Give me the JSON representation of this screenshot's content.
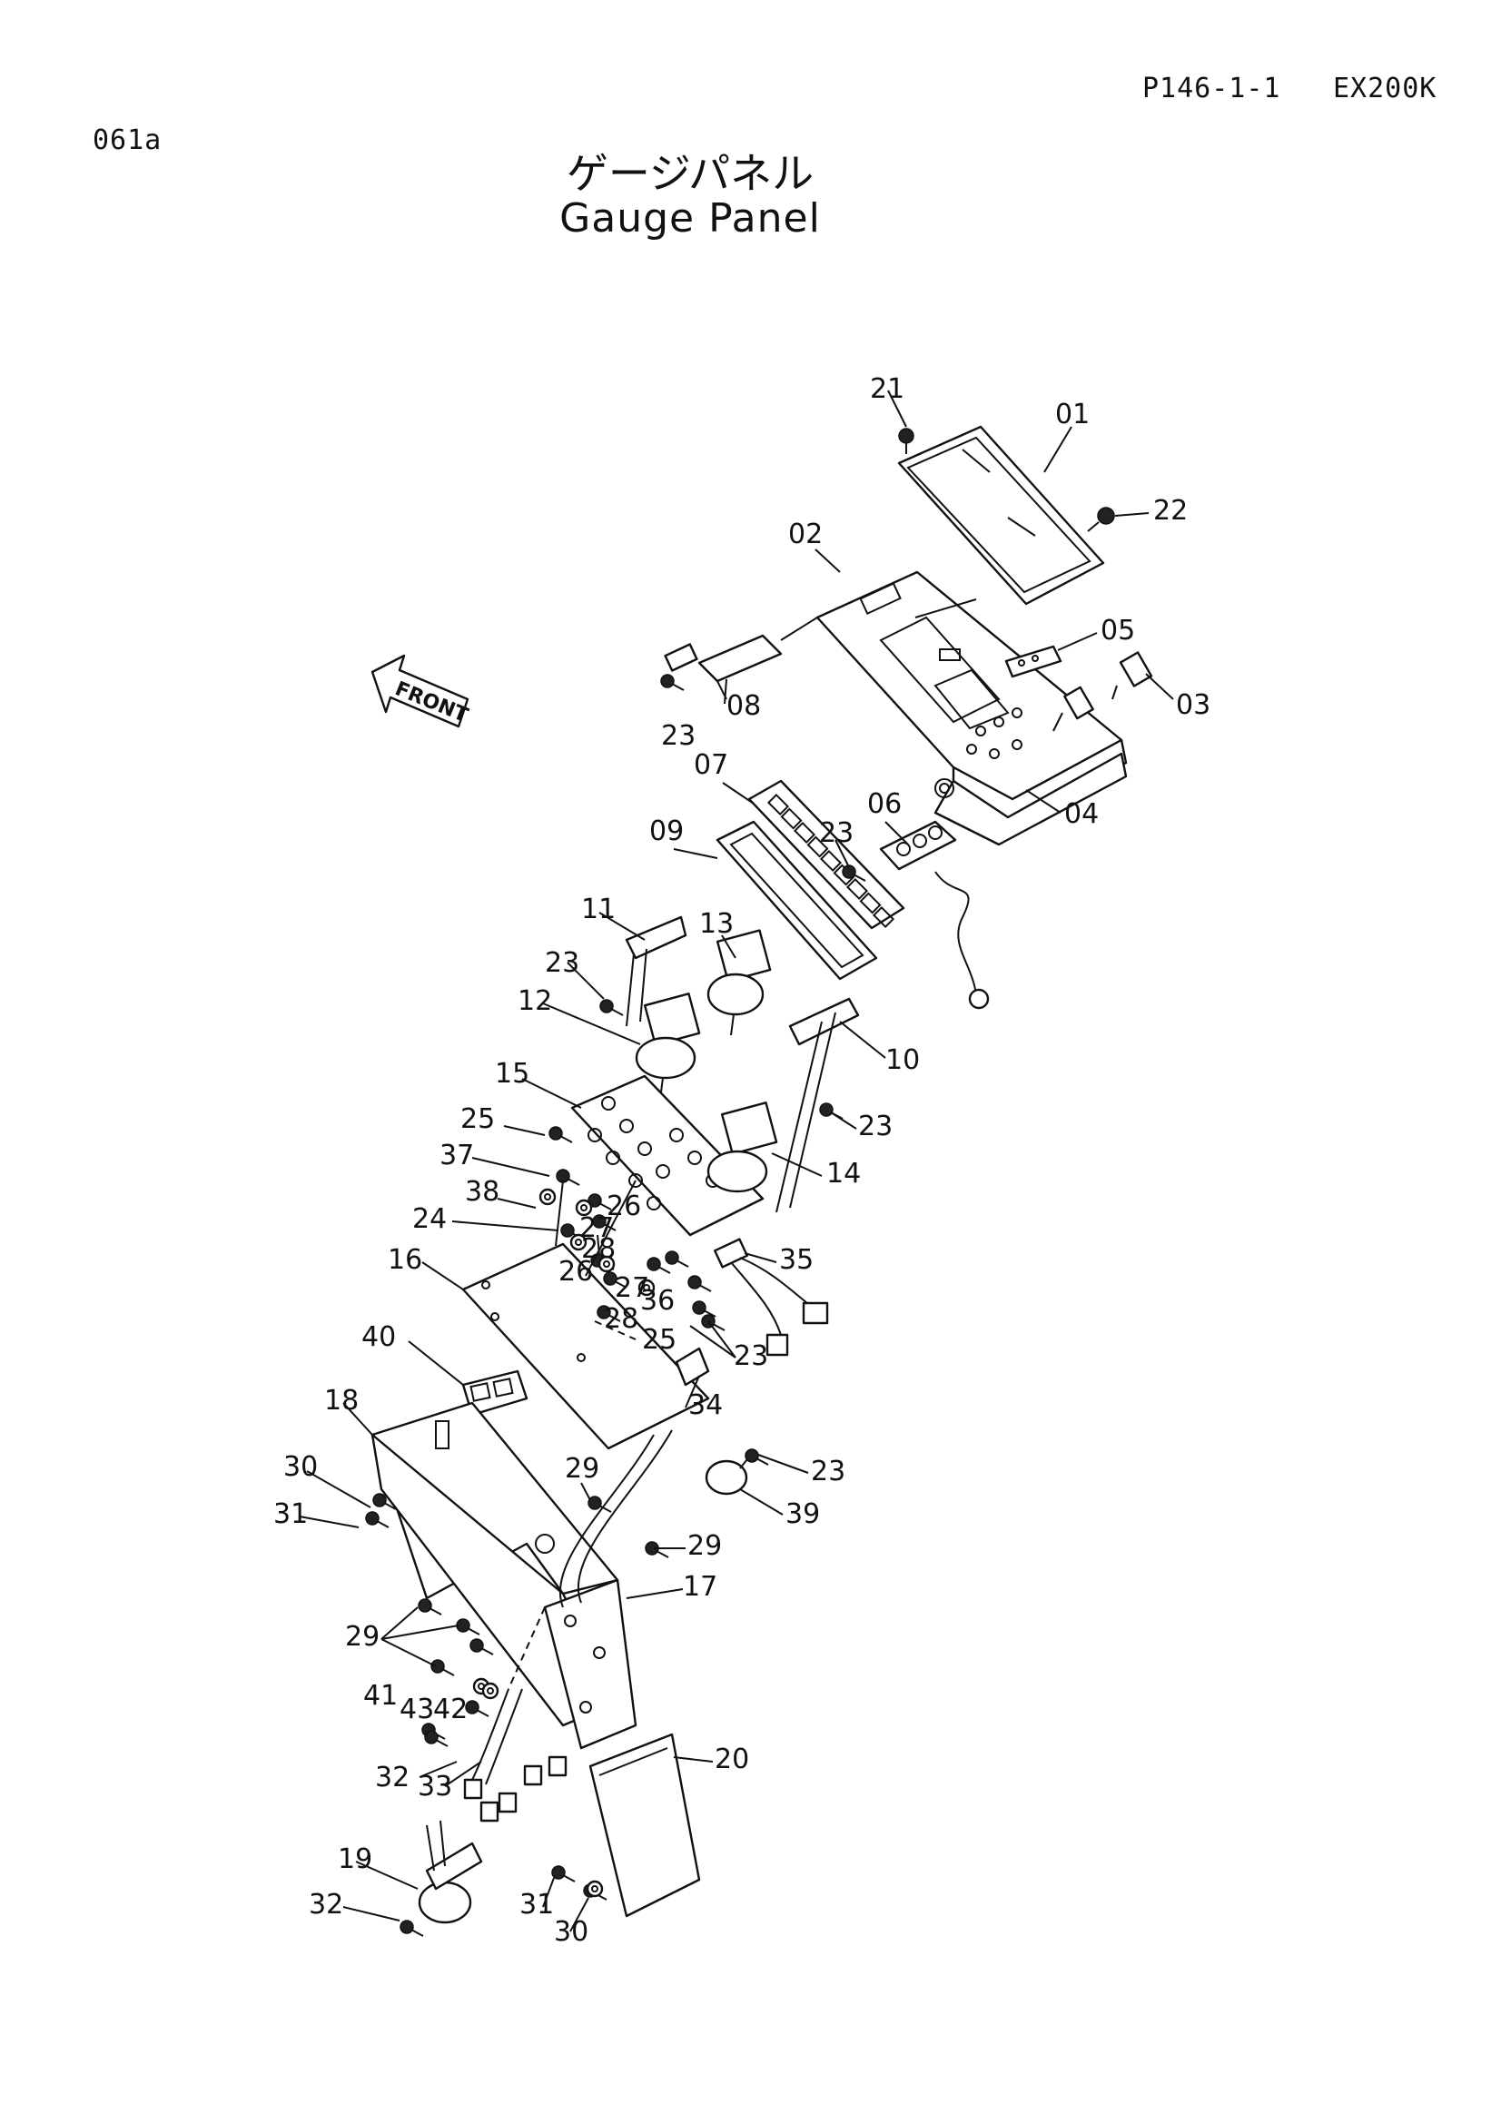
{
  "header": {
    "page_code": "P146-1-1",
    "model": "EX200K",
    "doc_id": "061a",
    "title_jp": "ゲージパネル",
    "title_en": "Gauge Panel"
  },
  "diagram": {
    "front_arrow_label": "FRONT",
    "callouts": {
      "c01": "01",
      "c02": "02",
      "c03": "03",
      "c04": "04",
      "c05": "05",
      "c06": "06",
      "c07": "07",
      "c08": "08",
      "c09": "09",
      "c10": "10",
      "c11": "11",
      "c12": "12",
      "c13": "13",
      "c14": "14",
      "c15": "15",
      "c16": "16",
      "c17": "17",
      "c18": "18",
      "c19": "19",
      "c20": "20",
      "c21": "21",
      "c22": "22",
      "c23a": "23",
      "c23b": "23",
      "c23c": "23",
      "c23d": "23",
      "c23e": "23",
      "c23f": "23",
      "c24": "24",
      "c25a": "25",
      "c25b": "25",
      "c26a": "26",
      "c26b": "26",
      "c27a": "27",
      "c27b": "27",
      "c28a": "28",
      "c28b": "28",
      "c29a": "29",
      "c29b": "29",
      "c29c": "29",
      "c30a": "30",
      "c30b": "30",
      "c31a": "31",
      "c31b": "31",
      "c32a": "32",
      "c32b": "32",
      "c33": "33",
      "c34": "34",
      "c35": "35",
      "c36": "36",
      "c37": "37",
      "c38": "38",
      "c39": "39",
      "c40": "40",
      "c41": "41",
      "c42": "42",
      "c43": "43"
    }
  }
}
